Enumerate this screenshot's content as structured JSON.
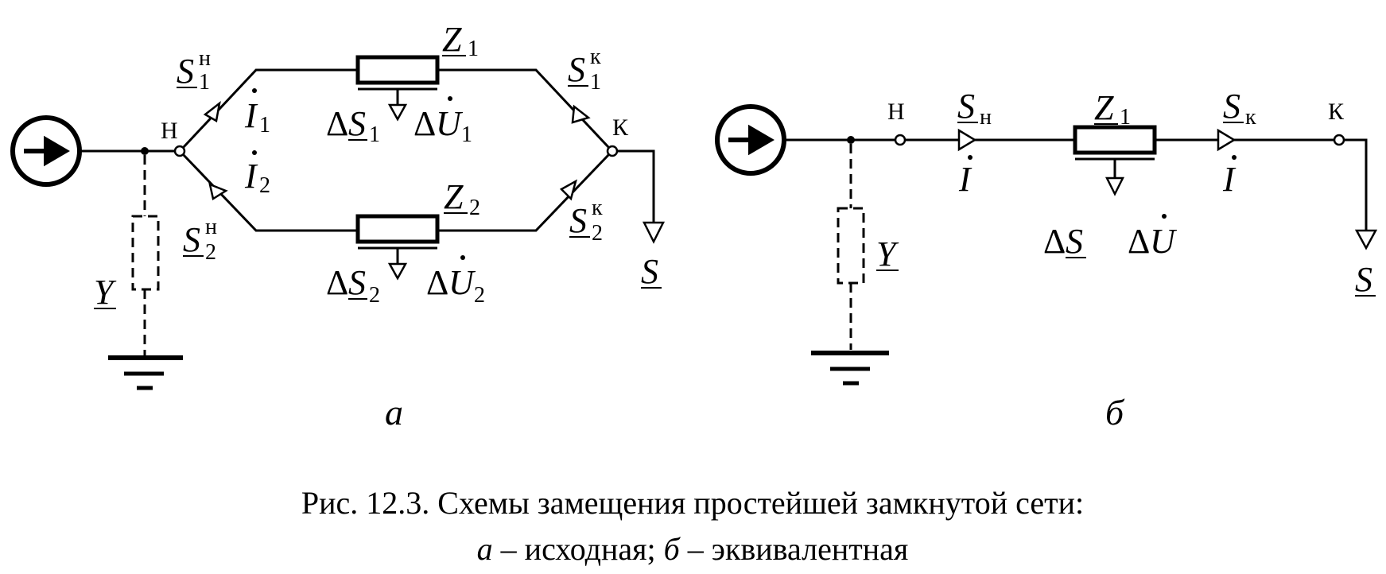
{
  "diagram": {
    "panel_a": {
      "node_start": "Н",
      "node_end": "К",
      "S1n": {
        "base": "S",
        "sub": "1",
        "sup": "н"
      },
      "S2n": {
        "base": "S",
        "sub": "2",
        "sup": "н"
      },
      "S1k": {
        "base": "S",
        "sub": "1",
        "sup": "к"
      },
      "S2k": {
        "base": "S",
        "sub": "2",
        "sup": "к"
      },
      "I1": {
        "base": "I",
        "sub": "1"
      },
      "I2": {
        "base": "I",
        "sub": "2"
      },
      "Z1": {
        "base": "Z",
        "sub": "1"
      },
      "Z2": {
        "base": "Z",
        "sub": "2"
      },
      "dS1": {
        "delta": "Δ",
        "base": "S",
        "sub": "1"
      },
      "dS2": {
        "delta": "Δ",
        "base": "S",
        "sub": "2"
      },
      "dU1": {
        "delta": "Δ",
        "base": "U",
        "sub": "1"
      },
      "dU2": {
        "delta": "Δ",
        "base": "U",
        "sub": "2"
      },
      "Y": "Y",
      "S": "S",
      "label": "а"
    },
    "panel_b": {
      "node_start": "Н",
      "node_end": "К",
      "Sn": {
        "base": "S",
        "sub": "н"
      },
      "Sk": {
        "base": "S",
        "sub": "к"
      },
      "I_left": "I",
      "I_right": "I",
      "Z1": {
        "base": "Z",
        "sub": "1"
      },
      "dS": {
        "delta": "Δ",
        "base": "S"
      },
      "dU": {
        "delta": "Δ",
        "base": "U"
      },
      "Y": "Y",
      "S": "S",
      "label": "б"
    }
  },
  "caption": {
    "line1": "Рис. 12.3. Схемы замещения простейшей замкнутой сети:",
    "line2_a": "а",
    "line2_a_text": " – исходная; ",
    "line2_b": "б",
    "line2_b_text": " – эквивалентная"
  }
}
